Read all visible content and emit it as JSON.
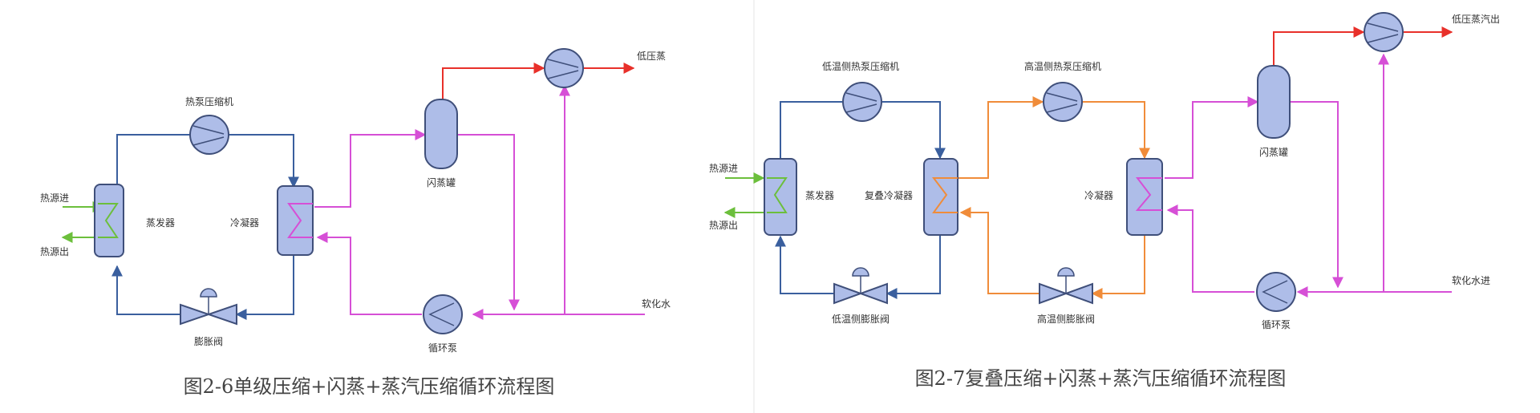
{
  "colors": {
    "blue_line": "#3a5f9e",
    "red_line": "#e8302a",
    "magenta_line": "#d64fd6",
    "green_line": "#6cbf3c",
    "orange_line": "#f08c3a",
    "equipment_fill": "#aebde8",
    "equipment_stroke": "#3f4f7a"
  },
  "fig1": {
    "compressor_label": "热泵压缩机",
    "heat_in_label": "热源进",
    "heat_out_label": "热源出",
    "evaporator_label": "蒸发器",
    "condenser_label": "冷凝器",
    "flash_tank_label": "闪蒸罐",
    "steam_out_label": "低压蒸",
    "softened_water_label": "软化水",
    "valve_label": "膨胀阀",
    "pump_label": "循环泵",
    "caption": "图2-6单级压缩+闪蒸+蒸汽压缩循环流程图"
  },
  "fig2": {
    "low_compressor_label": "低温侧热泵压缩机",
    "high_compressor_label": "高温侧热泵压缩机",
    "heat_in_label": "热源进",
    "heat_out_label": "热源出",
    "evaporator_label": "蒸发器",
    "cascade_condenser_label": "复叠冷凝器",
    "condenser_label": "冷凝器",
    "flash_tank_label": "闪蒸罐",
    "steam_out_label": "低压蒸汽出",
    "softened_water_label": "软化水进",
    "low_valve_label": "低温侧膨胀阀",
    "high_valve_label": "高温侧膨胀阀",
    "pump_label": "循环泵",
    "caption": "图2-7复叠压缩+闪蒸+蒸汽压缩循环流程图"
  }
}
